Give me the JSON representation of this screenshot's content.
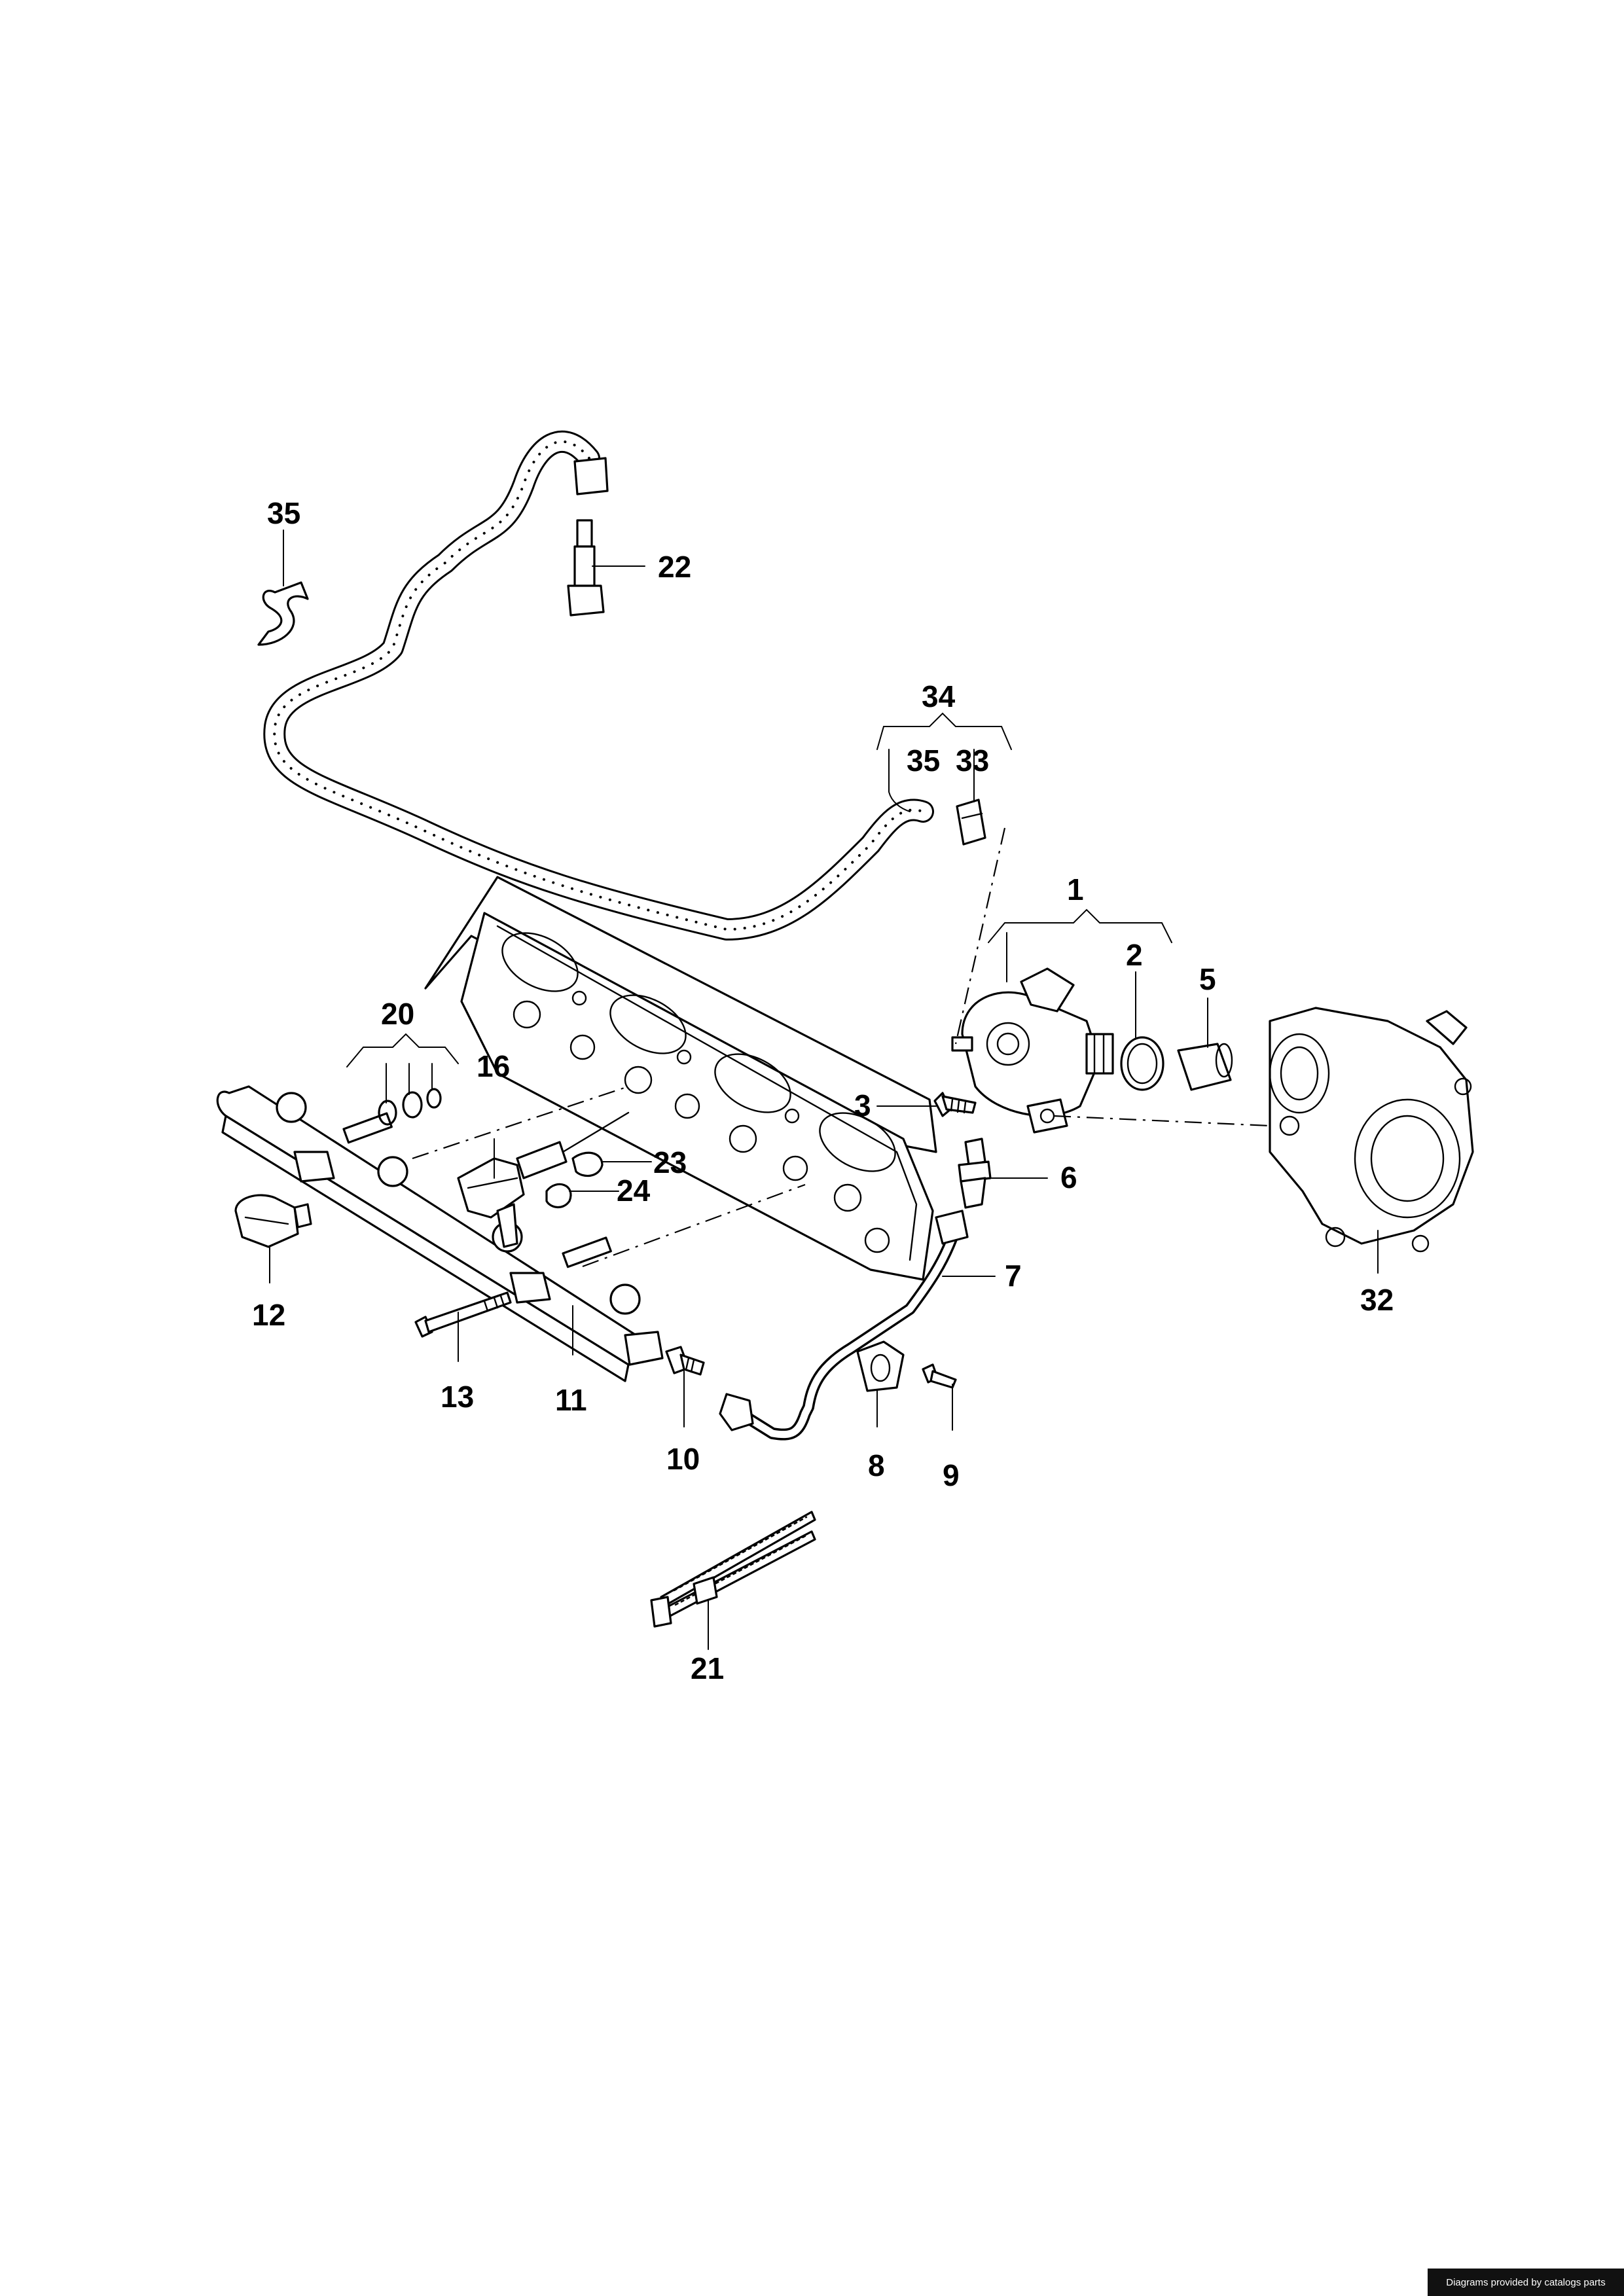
{
  "labels": {
    "p1": "1",
    "p2": "2",
    "p3": "3",
    "p5": "5",
    "p6": "6",
    "p7": "7",
    "p8": "8",
    "p9": "9",
    "p10": "10",
    "p11": "11",
    "p12": "12",
    "p13": "13",
    "p16": "16",
    "p20": "20",
    "p21": "21",
    "p22": "22",
    "p23": "23",
    "p24": "24",
    "p32": "32",
    "p33": "33",
    "p34": "34",
    "p35a": "35",
    "p35b": "35"
  },
  "credit": "Diagrams provided by catalogs parts"
}
